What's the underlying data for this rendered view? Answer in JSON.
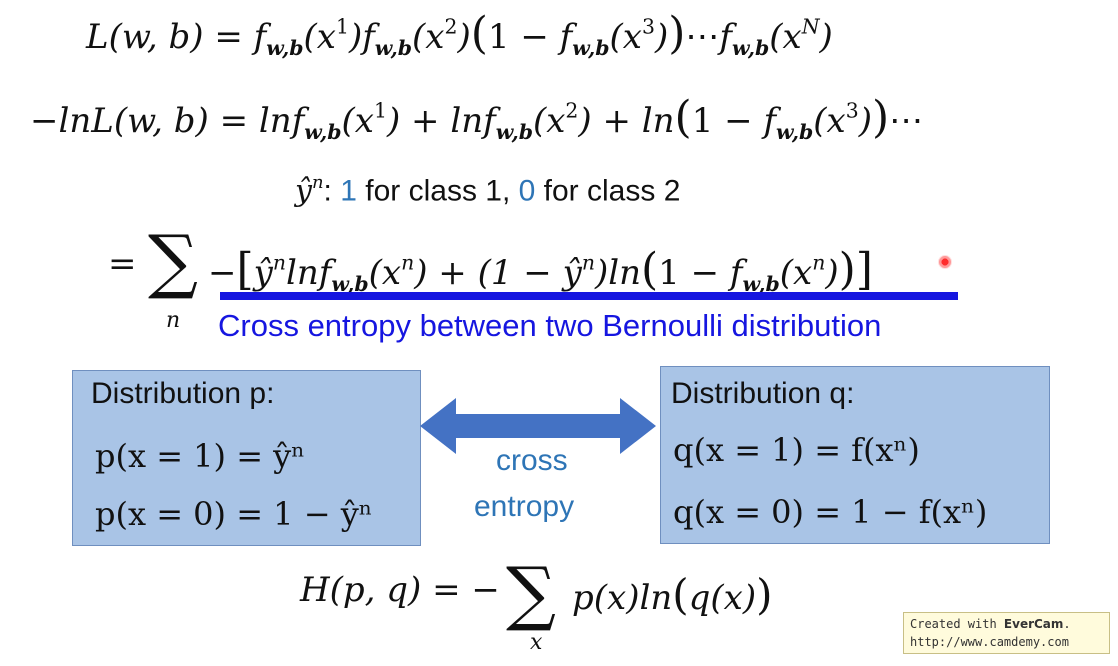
{
  "equations": {
    "likelihood": "L(w, b) = f_{w,b}(x^1) f_{w,b}(x^2) (1 − f_{w,b}(x^3)) ⋯ f_{w,b}(x^N)",
    "neg_log_likelihood": "−lnL(w, b) = lnf_{w,b}(x^1) + lnf_{w,b}(x^2) + ln(1 − f_{w,b}(x^3)) ⋯",
    "cross_entropy_sum": "= Σ_n −[ŷ^n lnf_{w,b}(x^n) + (1 − ŷ^n) ln(1 − f_{w,b}(x^n))]",
    "entropy_def": "H(p, q) = − Σ_x p(x) ln(q(x))"
  },
  "label_note": {
    "prefix": "ŷ",
    "sup": "n",
    "colon": ":",
    "one": "1",
    "text1": " for class 1, ",
    "zero": "0",
    "text2": " for class 2"
  },
  "caption": "Cross entropy between two Bernoulli distribution",
  "box_p": {
    "title": "Distribution p:",
    "eq1": "p(x = 1) = ŷⁿ",
    "eq2": "p(x = 0) = 1 − ŷⁿ"
  },
  "box_q": {
    "title": "Distribution q:",
    "eq1": "q(x = 1) = f(xⁿ)",
    "eq2": "q(x = 0) = 1 − f(xⁿ)"
  },
  "arrow_label": {
    "line1": "cross",
    "line2": "entropy"
  },
  "watermark": {
    "line1_prefix": "Created with ",
    "line1_brand": "EverCam",
    "line1_suffix": ".",
    "line2": "http://www.camdemy.com"
  },
  "colors": {
    "accent_blue": "#1616e0",
    "number_blue": "#2e75b6",
    "box_fill": "#a9c4e6",
    "arrow_fill": "#4472c4"
  }
}
